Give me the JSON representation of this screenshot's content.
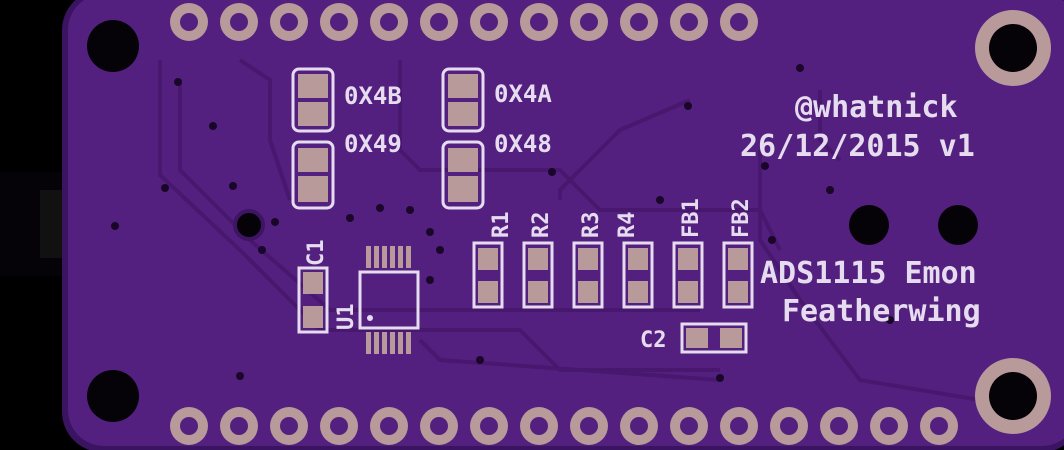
{
  "board": {
    "credit": "@whatnick",
    "date_version": "26/12/2015 v1",
    "product_line1": "ADS1115 Emon",
    "product_line2": "Featherwing",
    "colors": {
      "board": "#54207f",
      "board_edge": "#3a1460",
      "trace": "#4a1a72",
      "pad": "#b89a9a",
      "silk": "#e6dcef",
      "hole": "#050208"
    }
  },
  "jumpers": [
    {
      "id": "j-0x4b",
      "label": "0X4B"
    },
    {
      "id": "j-0x4a",
      "label": "0X4A"
    },
    {
      "id": "j-0x49",
      "label": "0X49"
    },
    {
      "id": "j-0x48",
      "label": "0X48"
    }
  ],
  "components": {
    "c1": "C1",
    "u1": "U1",
    "r1": "R1",
    "r2": "R2",
    "r3": "R3",
    "r4": "R4",
    "fb1": "FB1",
    "fb2": "FB2",
    "c2": "C2"
  },
  "header_pins": {
    "top_count": 12,
    "bottom_count": 16
  }
}
